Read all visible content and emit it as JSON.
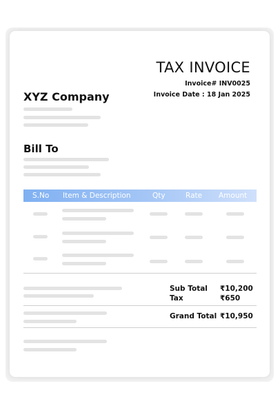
{
  "invoice": {
    "title": "TAX INVOICE",
    "number_label": "Invoice# INV0025",
    "date_label": "Invoice Date : 18 Jan 2025"
  },
  "company": {
    "name": "XYZ Company"
  },
  "bill_to": {
    "heading": "Bill To"
  },
  "table": {
    "headers": [
      "S.No",
      "Item & Description",
      "Qty",
      "Rate",
      "Amount"
    ],
    "header_colors": {
      "start": "#7fb0f2",
      "end": "#cfe0fb"
    }
  },
  "totals": {
    "subtotal_label": "Sub Total",
    "subtotal_value": "₹10,200",
    "tax_label": "Tax",
    "tax_value": "₹650",
    "grand_total_label": "Grand Total",
    "grand_total_value": "₹10,950"
  }
}
